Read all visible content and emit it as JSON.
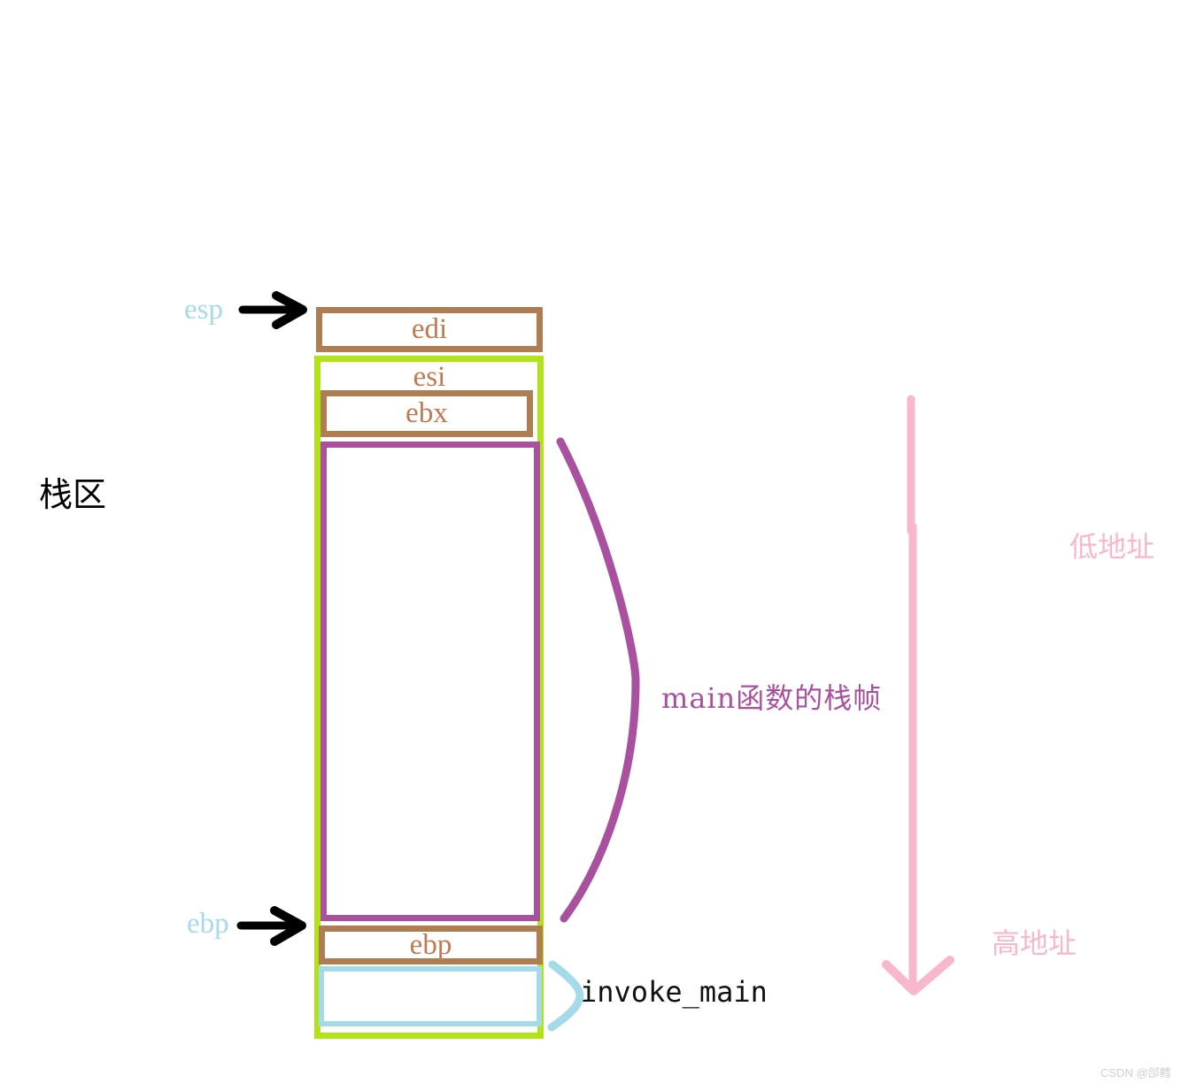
{
  "diagram": {
    "title_label": "栈区",
    "pointers": [
      {
        "name": "esp",
        "label": "esp"
      },
      {
        "name": "ebp",
        "label": "ebp"
      }
    ],
    "stack_slots": [
      {
        "name": "edi",
        "label": "edi",
        "border_color": "#b07c51"
      },
      {
        "name": "esi",
        "label": "esi",
        "border_color": "#b2e319"
      },
      {
        "name": "ebx",
        "label": "ebx",
        "border_color": "#b07c51"
      },
      {
        "name": "main-body",
        "label": "",
        "border_color": "#a9509f"
      },
      {
        "name": "saved-ebp",
        "label": "ebp",
        "border_color": "#b07c51"
      },
      {
        "name": "invoke-main-slot",
        "label": "",
        "border_color": "#a5dbe8"
      }
    ],
    "annotations": {
      "main_frame": "main函数的栈帧",
      "invoke_main": "invoke_main",
      "low_address": "低地址",
      "high_address": "高地址"
    },
    "colors": {
      "green_frame": "#b2e319",
      "brown": "#b07c51",
      "purple": "#a9509f",
      "light_blue": "#a5dbe8",
      "pink": "#f9b7cd",
      "black": "#000000",
      "slot_text": "#c07a51"
    }
  },
  "watermark": {
    "text": "CSDN @郃鳕"
  }
}
